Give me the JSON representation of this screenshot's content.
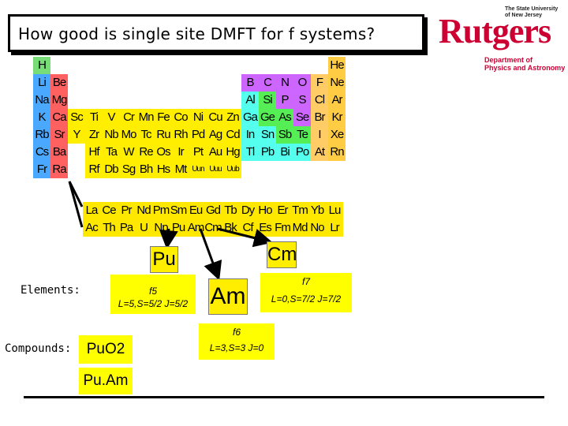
{
  "title": "How good is single site DMFT for f systems?",
  "logo": {
    "university_line1": "The State University",
    "university_line2": "of New Jersey",
    "name": "Rutgers",
    "dept_line1": "Department of",
    "dept_line2": "Physics and Astronomy"
  },
  "periodic_table": {
    "row1": [
      "H",
      "He"
    ],
    "row2": [
      "Li",
      "Be",
      "B",
      "C",
      "N",
      "O",
      "F",
      "Ne"
    ],
    "row3": [
      "Na",
      "Mg",
      "Al",
      "Si",
      "P",
      "S",
      "Cl",
      "Ar"
    ],
    "row4": [
      "K",
      "Ca",
      "Sc",
      "Ti",
      "V",
      "Cr",
      "Mn",
      "Fe",
      "Co",
      "Ni",
      "Cu",
      "Zn",
      "Ga",
      "Ge",
      "As",
      "Se",
      "Br",
      "Kr"
    ],
    "row5": [
      "Rb",
      "Sr",
      "Y",
      "Zr",
      "Nb",
      "Mo",
      "Tc",
      "Ru",
      "Rh",
      "Pd",
      "Ag",
      "Cd",
      "In",
      "Sn",
      "Sb",
      "Te",
      "I",
      "Xe"
    ],
    "row6": [
      "Cs",
      "Ba",
      "Hf",
      "Ta",
      "W",
      "Re",
      "Os",
      "Ir",
      "Pt",
      "Au",
      "Hg",
      "Tl",
      "Pb",
      "Bi",
      "Po",
      "At",
      "Rn"
    ],
    "row7": [
      "Fr",
      "Ra",
      "Rf",
      "Db",
      "Sg",
      "Bh",
      "Hs",
      "Mt",
      "Uun",
      "Uuu",
      "Uub"
    ],
    "lanthanides": [
      "La",
      "Ce",
      "Pr",
      "Nd",
      "Pm",
      "Sm",
      "Eu",
      "Gd",
      "Tb",
      "Dy",
      "Ho",
      "Er",
      "Tm",
      "Yb",
      "Lu"
    ],
    "actinides": [
      "Ac",
      "Th",
      "Pa",
      "U",
      "Np",
      "Pu",
      "Am",
      "Cm",
      "Bk",
      "Cf",
      "Es",
      "Fm",
      "Md",
      "No",
      "Lr"
    ]
  },
  "highlight": {
    "pu": "Pu",
    "am": "Am",
    "cm": "Cm"
  },
  "labels": {
    "elements": "Elements:",
    "compounds": "Compounds:"
  },
  "configs": {
    "pu_f": "f5",
    "pu_terms": "L=5,S=5/2 J=5/2",
    "am_f": "f6",
    "am_terms": "L=3,S=3 J=0",
    "cm_f": "f7",
    "cm_terms": "L=0,S=7/2 J=7/2"
  },
  "compounds": [
    "PuO2",
    "Pu.Am"
  ],
  "colors": {
    "alkali": "#4aa8ff",
    "alkaline": "#ff6060",
    "hydrogen": "#77dd77",
    "transition": "#ffee00",
    "metalloid": "#55ee55",
    "poor_metal": "#55ffee",
    "nonmetal": "#cc66ff",
    "halogen": "#ffcc66",
    "noble": "#ffcc44",
    "rare_earth": "#ffe800",
    "config_bg": "#ffff00",
    "rutgers_red": "#cc0033"
  }
}
